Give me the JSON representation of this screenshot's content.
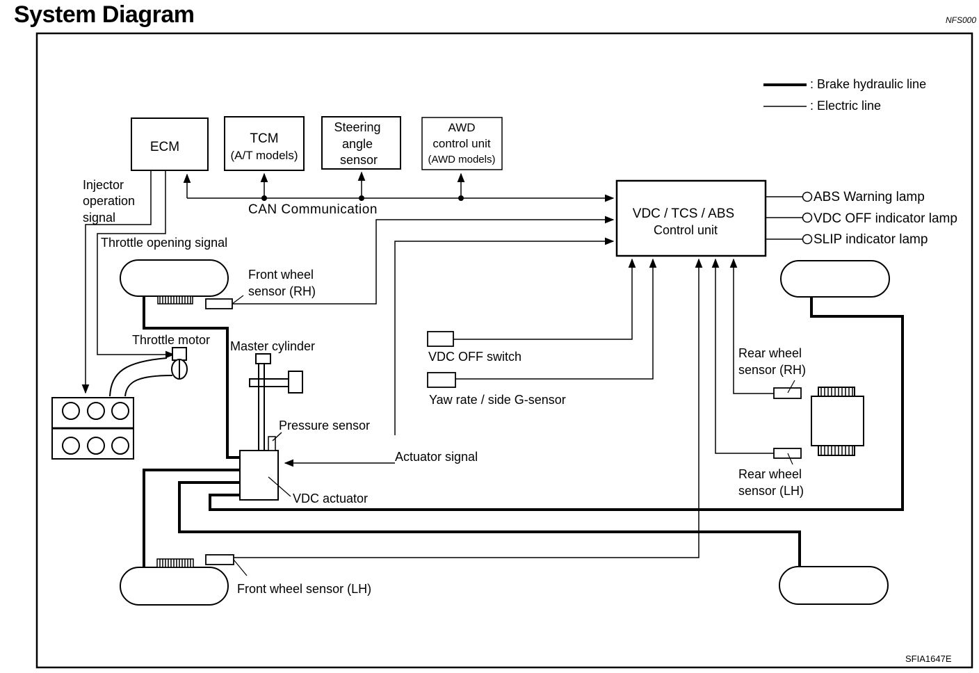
{
  "title": "System Diagram",
  "doc_code": "NFS000",
  "figure_code": "SFIA1647E",
  "legend": {
    "hydraulic": ": Brake hydraulic line",
    "electric": ": Electric line"
  },
  "blocks": {
    "ecm": "ECM",
    "tcm": [
      "TCM",
      "(A/T models)"
    ],
    "steering": [
      "Steering",
      "angle",
      "sensor"
    ],
    "awd": [
      "AWD",
      "control unit",
      "(AWD models)"
    ],
    "control_unit": [
      "VDC / TCS / ABS",
      "Control unit"
    ]
  },
  "labels": {
    "can": "CAN Communication",
    "injector": [
      "Injector",
      "operation",
      "signal"
    ],
    "throttle_signal": "Throttle opening signal",
    "front_rh": [
      "Front wheel",
      "sensor (RH)"
    ],
    "throttle_motor": "Throttle motor",
    "master_cylinder": "Master cylinder",
    "pressure_sensor": "Pressure sensor",
    "vdc_actuator": "VDC actuator",
    "actuator_signal": "Actuator signal",
    "vdc_off_switch": "VDC OFF switch",
    "yaw_rate": "Yaw rate / side G-sensor",
    "rear_rh": [
      "Rear wheel",
      "sensor (RH)"
    ],
    "rear_lh": [
      "Rear wheel",
      "sensor (LH)"
    ],
    "front_lh": "Front wheel sensor (LH)"
  },
  "lamps": [
    "ABS Warning lamp",
    "VDC OFF indicator lamp",
    "SLIP indicator lamp"
  ]
}
